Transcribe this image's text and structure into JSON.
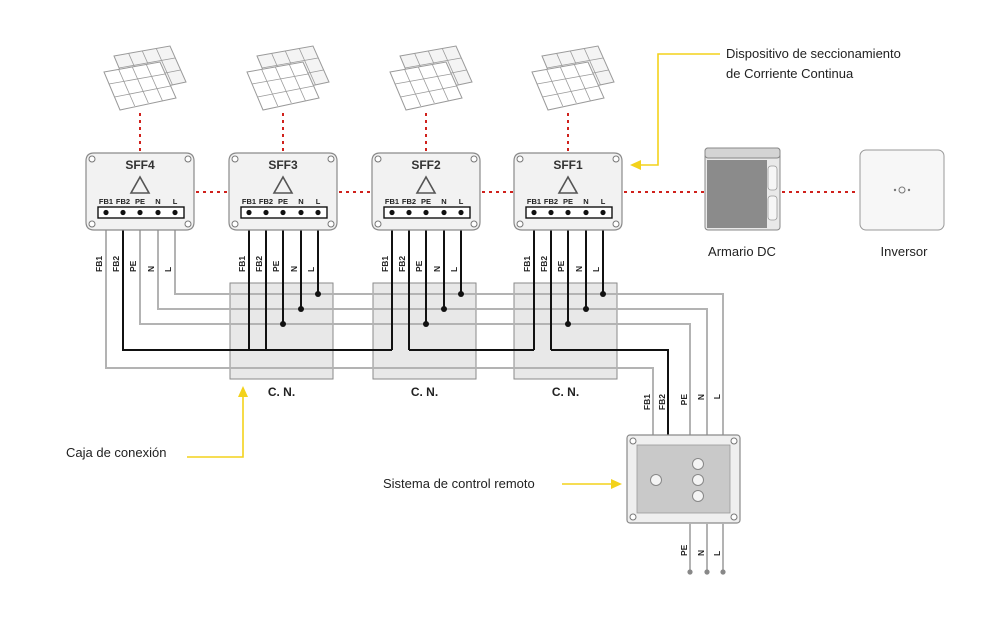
{
  "colors": {
    "red_dotted": "#d0211c",
    "yellow_pointer": "#f3d21b",
    "wire_black": "#111111",
    "wire_gray": "#b3b3b3",
    "box_fill": "#e8e8e8",
    "box_stroke": "#8a8a8a",
    "panel_fill": "#f1f1f1"
  },
  "icons": {
    "solar_panel": "solar-panel-icon",
    "warning": "warning-triangle-icon"
  },
  "switches": [
    {
      "id": "sff4",
      "label": "SFF4"
    },
    {
      "id": "sff3",
      "label": "SFF3"
    },
    {
      "id": "sff2",
      "label": "SFF2"
    },
    {
      "id": "sff1",
      "label": "SFF1"
    }
  ],
  "terminals": [
    "FB1",
    "FB2",
    "PE",
    "N",
    "L"
  ],
  "wire_labels": [
    "FB1",
    "FB2",
    "PE",
    "N",
    "L"
  ],
  "junction_boxes": [
    {
      "label": "C. N."
    },
    {
      "label": "C. N."
    },
    {
      "label": "C. N."
    }
  ],
  "remote_output_labels": [
    "PE",
    "N",
    "L"
  ],
  "dc_cabinet": {
    "label": "Armario DC"
  },
  "inverter": {
    "label": "Inversor"
  },
  "annotations": {
    "dc_switch_line1": "Dispositivo de seccionamiento",
    "dc_switch_line2": "de Corriente Continua",
    "junction_box": "Caja de conexión",
    "remote_system": "Sistema de control remoto"
  }
}
